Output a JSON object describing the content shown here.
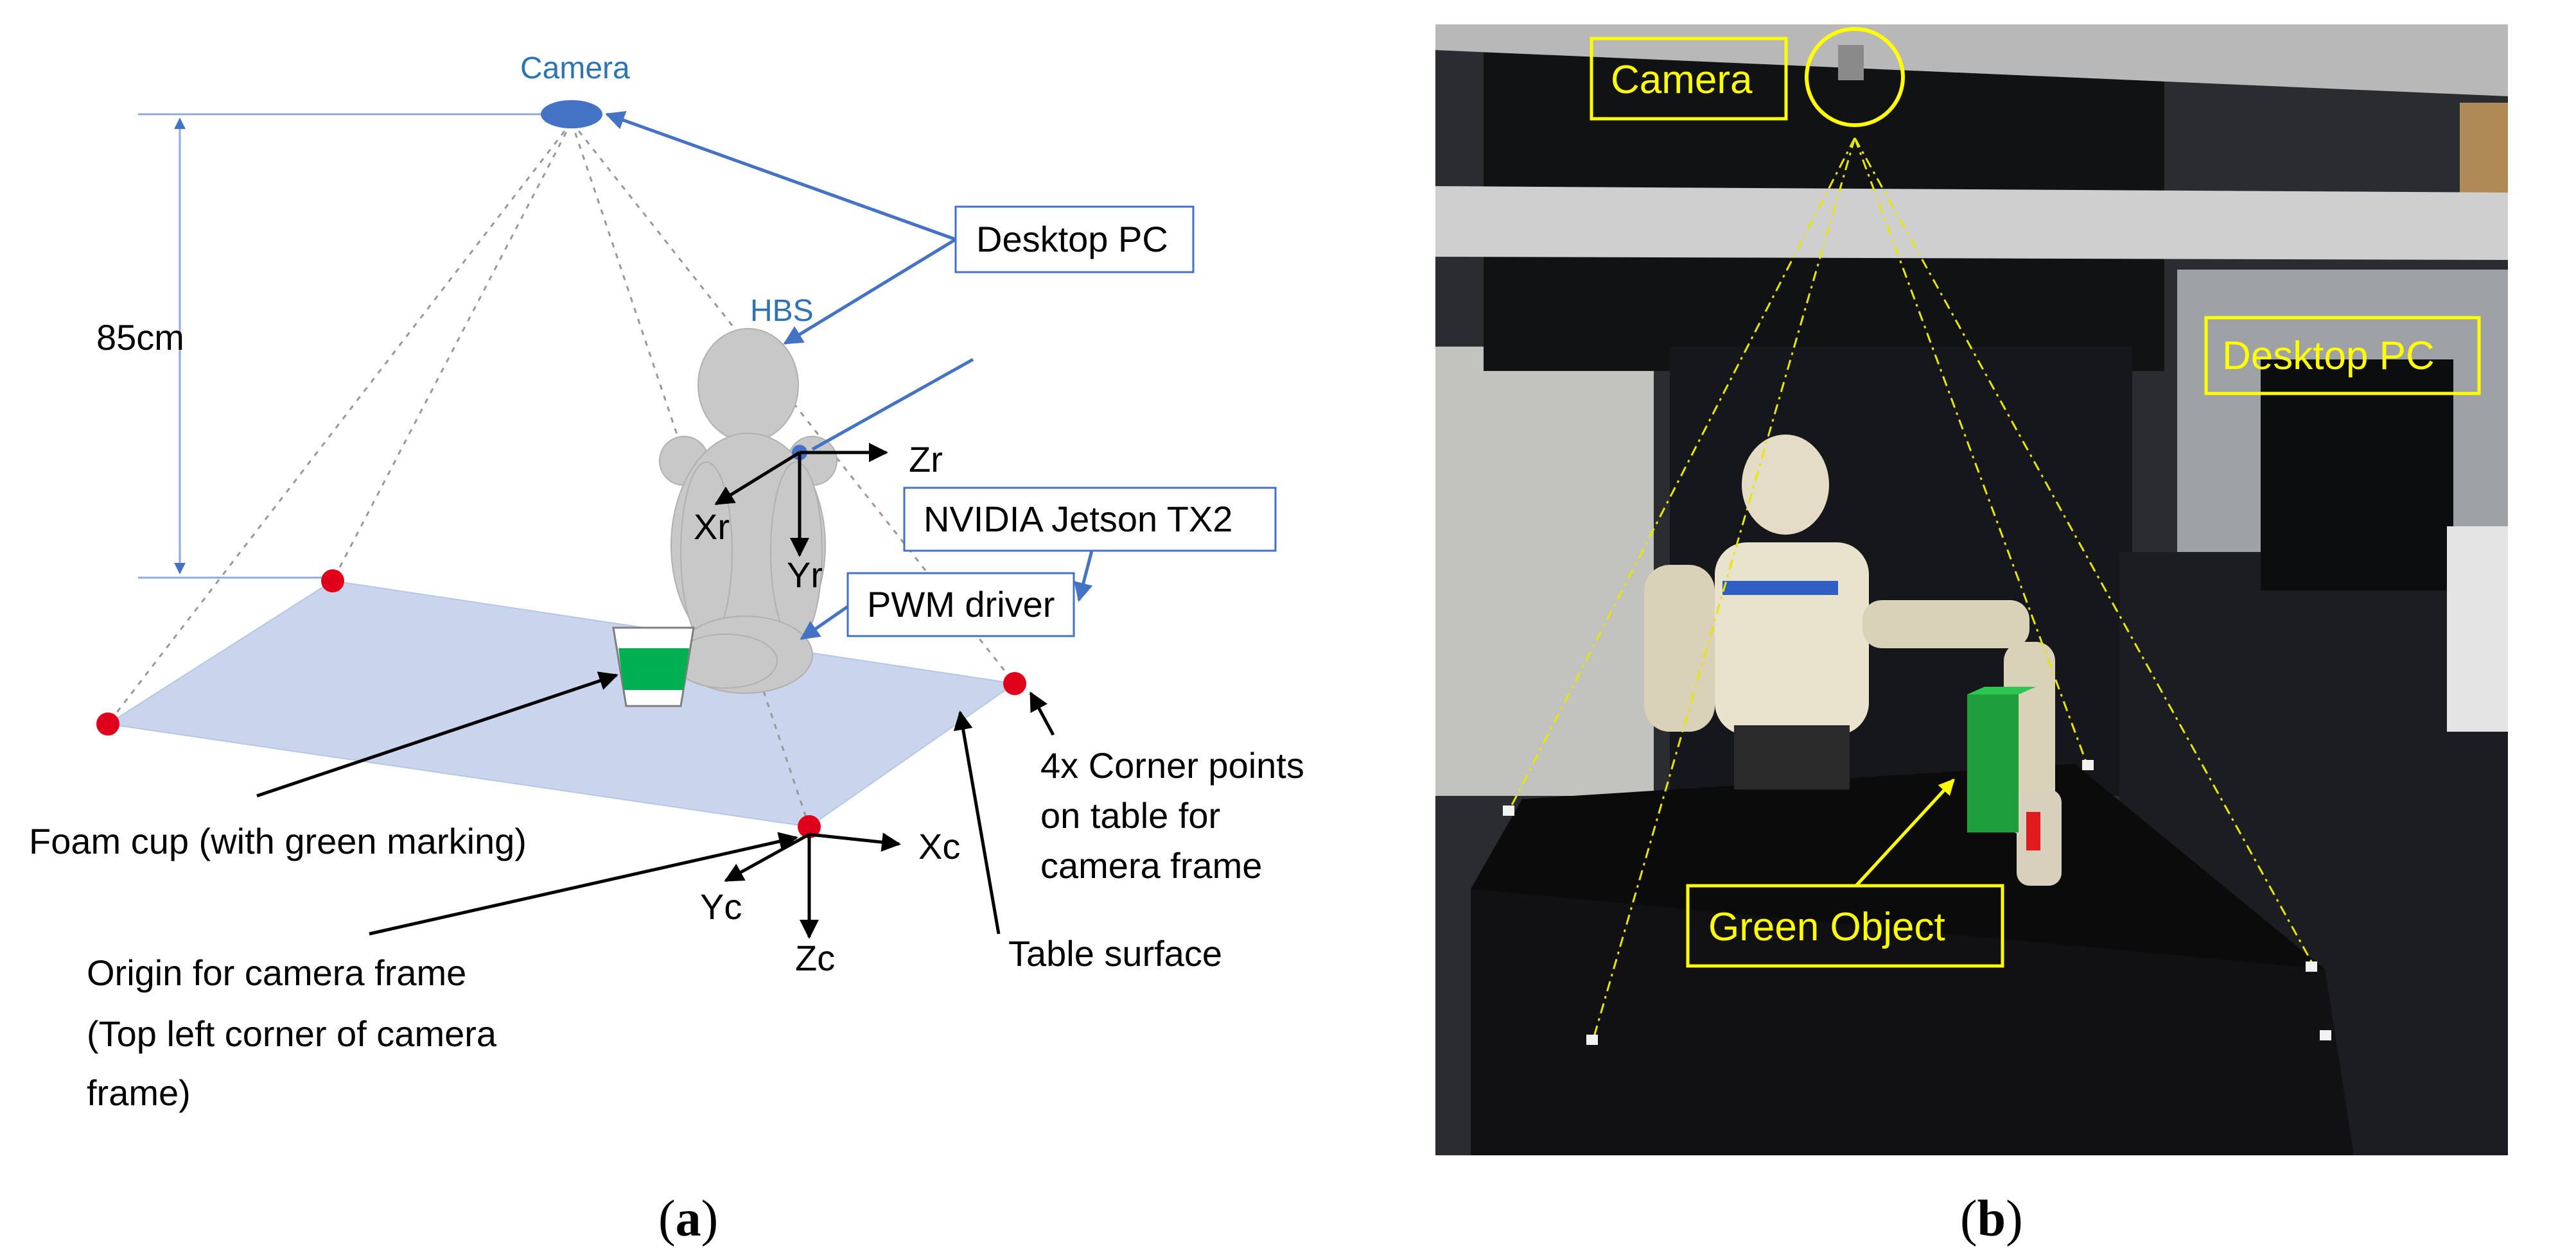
{
  "panel_a": {
    "camera_label": "Camera",
    "height_label": "85cm",
    "desktop_pc_label": "Desktop PC",
    "hbs_label": "HBS",
    "zr_label": "Zr",
    "xr_label": "Xr",
    "yr_label": "Yr",
    "jetson_label": "NVIDIA Jetson TX2",
    "pwm_label": "PWM driver",
    "corner_points_label": [
      "4x Corner points",
      "on table for",
      "camera frame"
    ],
    "foam_cup_label": "Foam cup (with green marking)",
    "xc_label": "Xc",
    "yc_label": "Yc",
    "zc_label": "Zc",
    "origin_label": [
      "Origin for camera frame",
      "(Top left corner of camera",
      "frame)"
    ],
    "table_surface_label": "Table surface",
    "caption_letter": "a"
  },
  "panel_b": {
    "camera_label": "Camera",
    "desktop_pc_label": "Desktop PC",
    "green_object_label": "Green Object",
    "caption_letter": "b"
  },
  "colors": {
    "table_fill": "#c9d5ec",
    "corner_dot": "#e0001b",
    "robot_gray": "#c8c8c8",
    "callout_blue": "#4472c4",
    "annotation_yellow": "#ffff00",
    "cup_green": "#00b050"
  }
}
